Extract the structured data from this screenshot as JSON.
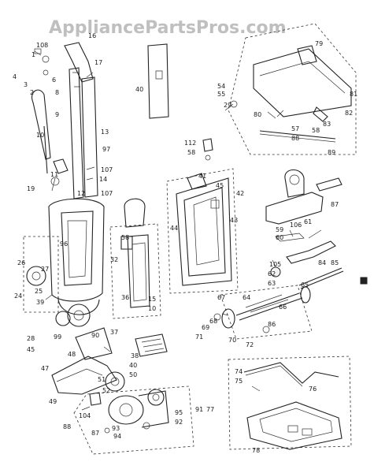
{
  "watermark": "AppliancePartsPros.com",
  "callouts": [
    "108",
    "16",
    "1",
    "17",
    "4",
    "3",
    "2",
    "6",
    "8",
    "9",
    "10",
    "13",
    "97",
    "107",
    "14",
    "11",
    "12",
    "19",
    "107",
    "40",
    "79",
    "54",
    "55",
    "29",
    "80",
    "81",
    "57",
    "58",
    "82",
    "83",
    "88",
    "89",
    "112",
    "58",
    "42",
    "41",
    "45",
    "44",
    "43",
    "61",
    "87",
    "96",
    "59",
    "60",
    "106",
    "25",
    "26",
    "27",
    "24",
    "39",
    "58",
    "32",
    "36",
    "15",
    "10",
    "105",
    "62",
    "63",
    "84",
    "85",
    "64",
    "67",
    "65",
    "66",
    "68",
    "69",
    "70",
    "71",
    "72",
    "28",
    "45",
    "99",
    "37",
    "47",
    "48",
    "90",
    "38",
    "40",
    "50",
    "49",
    "52",
    "51",
    "104",
    "91",
    "95",
    "92",
    "77",
    "74",
    "75",
    "76",
    "86",
    "93",
    "94",
    "87",
    "88",
    "78"
  ]
}
